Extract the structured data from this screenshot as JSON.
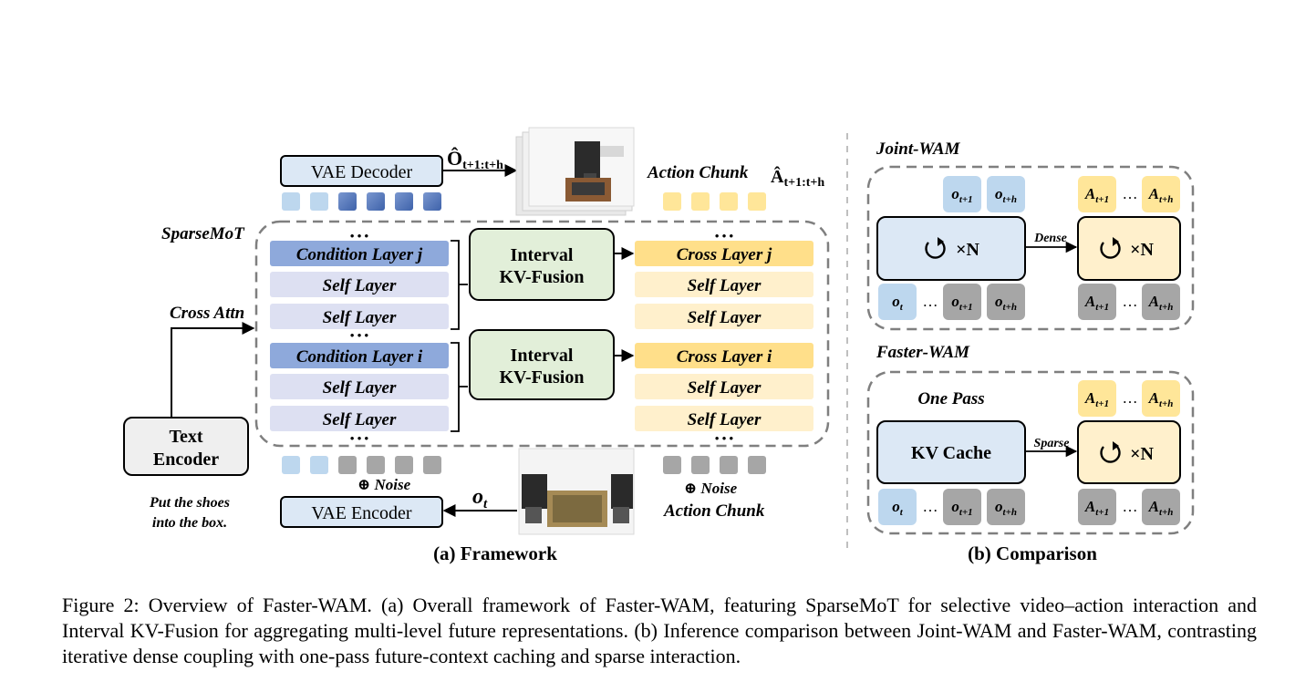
{
  "framework": {
    "vae_decoder": "VAE Decoder",
    "decoded_label": "Ô",
    "decoded_sub": "t+1:t+h",
    "action_chunk_top": "Action Chunk",
    "action_hat": "Â",
    "action_hat_sub": "t+1:t+h",
    "sparsemot": "SparseMoT",
    "cross_attn": "Cross Attn",
    "condition_layer_j": "Condition Layer j",
    "condition_layer_i": "Condition Layer i",
    "self_layer": "Self Layer",
    "cross_layer_j": "Cross Layer j",
    "cross_layer_i": "Cross Layer i",
    "fusion_line1": "Interval",
    "fusion_line2": "KV-Fusion",
    "text_encoder_line1": "Text",
    "text_encoder_line2": "Encoder",
    "instruction_line1": "Put the shoes",
    "instruction_line2": "into the box.",
    "noise_left": "⊕ Noise",
    "noise_right": "⊕ Noise",
    "vae_encoder": "VAE Encoder",
    "obs_label": "o",
    "obs_sub": "t",
    "action_chunk_bottom": "Action Chunk",
    "dots": "• • •",
    "panel_title": "(a) Framework"
  },
  "comparison": {
    "joint_title": "Joint-WAM",
    "faster_title": "Faster-WAM",
    "one_pass": "One Pass",
    "kv_cache": "KV Cache",
    "loop_n": "×N",
    "dense": "Dense",
    "sparse": "Sparse",
    "o": "o",
    "a": "A",
    "sub_t": "t",
    "sub_t1": "t+1",
    "sub_th": "t+h",
    "ellipsis": "…",
    "panel_title": "(b) Comparison"
  },
  "caption": "Figure 2: Overview of Faster-WAM. (a) Overall framework of Faster-WAM, featuring SparseMoT for selective video–action interaction and Interval KV-Fusion for aggregating multi-level future representations. (b) Inference comparison between Joint-WAM and Faster-WAM, contrasting iterative dense coupling with one-pass future-context caching and sparse interaction.",
  "colors": {
    "vae_fill": "#dce8f5",
    "condition_fill": "#8ea9db",
    "self_left_fill": "#dde0f2",
    "cross_fill": "#ffdf8a",
    "self_right_fill": "#fff0cc",
    "fusion_fill": "#e2efd9",
    "text_enc_fill": "#efefef",
    "token_light_blue": "#bdd7ee",
    "token_dark_blue": "#4a6fb5",
    "token_yellow": "#ffe699",
    "token_gray": "#a6a6a6",
    "dashed_border": "#7f7f7f"
  }
}
